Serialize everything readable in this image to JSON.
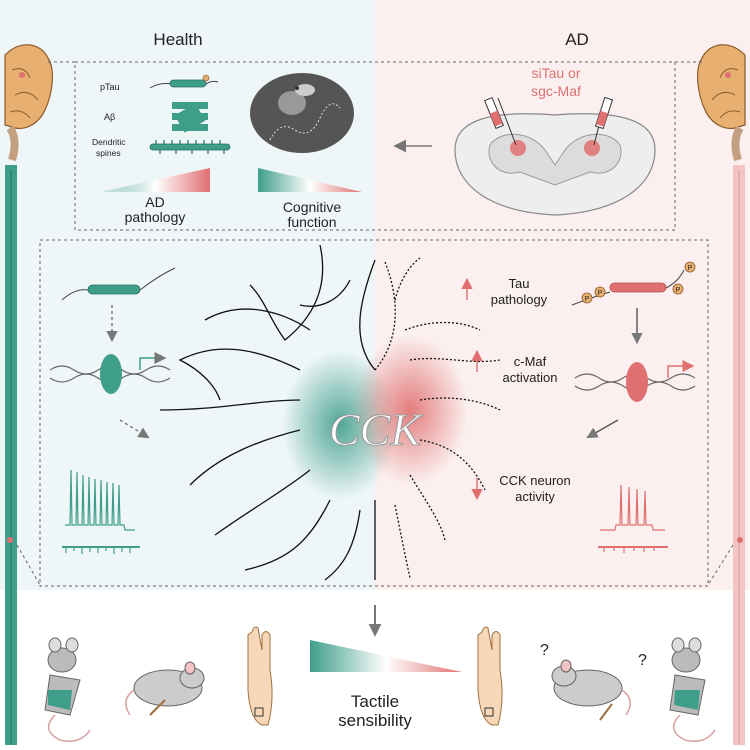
{
  "header": {
    "health_title": "Health",
    "ad_title": "AD"
  },
  "top_panel": {
    "ptau_label": "pTau",
    "abeta_label": "Aβ",
    "dendritic_label_1": "Dendritic",
    "dendritic_label_2": "spines",
    "ad_pathology_line1": "AD",
    "ad_pathology_line2": "pathology",
    "cognitive_line1": "Cognitive",
    "cognitive_line2": "function",
    "intervention_line1": "siTau or",
    "intervention_line2": "sgc-Maf"
  },
  "middle_panel": {
    "cck_label": "CCK",
    "tau_line1": "Tau",
    "tau_line2": "pathology",
    "cmaf_line1": "c-Maf",
    "cmaf_line2": "activation",
    "cck_activity_line1": "CCK neuron",
    "cck_activity_line2": "activity",
    "phospho_label": "P"
  },
  "bottom_panel": {
    "tactile_line1": "Tactile",
    "tactile_line2": "sensibility",
    "question_mark": "?"
  },
  "colors": {
    "teal": "#3f9e8a",
    "red": "#e07070",
    "health_bg": "#eef6f8",
    "ad_bg": "#fbf0ef"
  }
}
